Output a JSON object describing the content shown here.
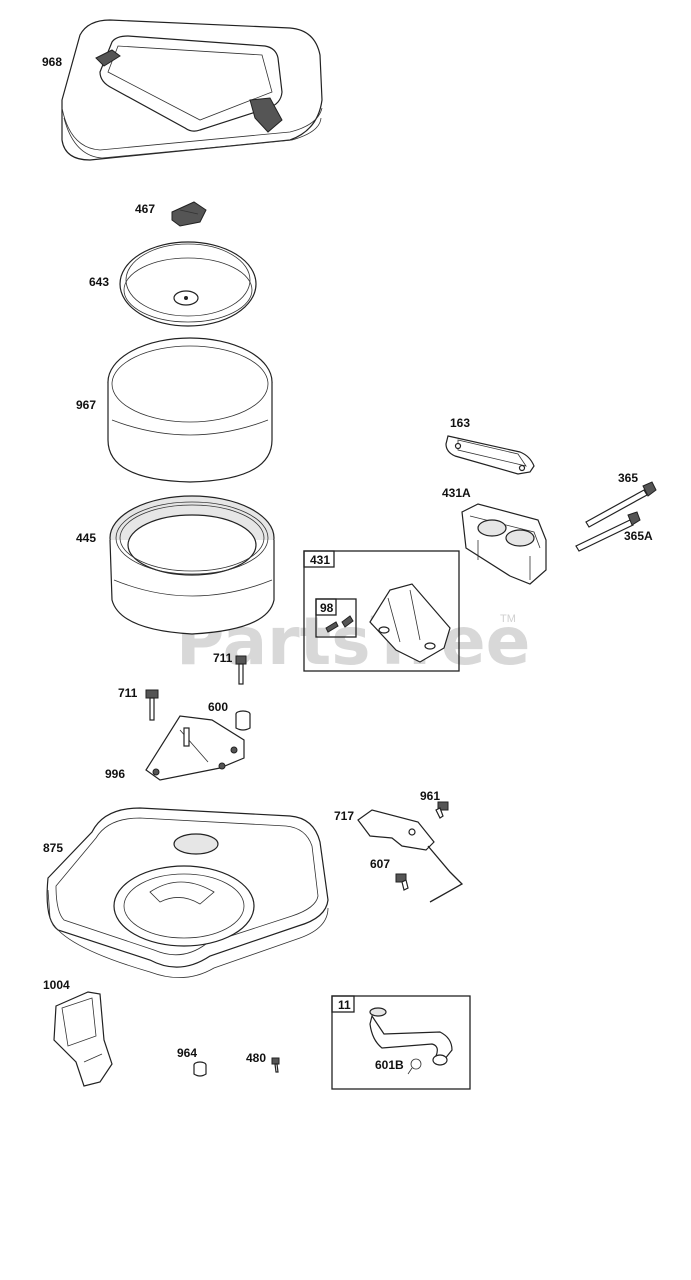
{
  "watermark": {
    "text": "PartsTree",
    "trademark": "TM"
  },
  "parts": {
    "p968": "968",
    "p467": "467",
    "p643": "643",
    "p967": "967",
    "p445": "445",
    "p163": "163",
    "p365": "365",
    "p431A": "431A",
    "p365A": "365A",
    "p431": "431",
    "p98": "98",
    "p711a": "711",
    "p711b": "711",
    "p600": "600",
    "p996": "996",
    "p961": "961",
    "p717": "717",
    "p607": "607",
    "p875": "875",
    "p1004": "1004",
    "p964": "964",
    "p480": "480",
    "p11": "11",
    "p601B": "601B"
  }
}
